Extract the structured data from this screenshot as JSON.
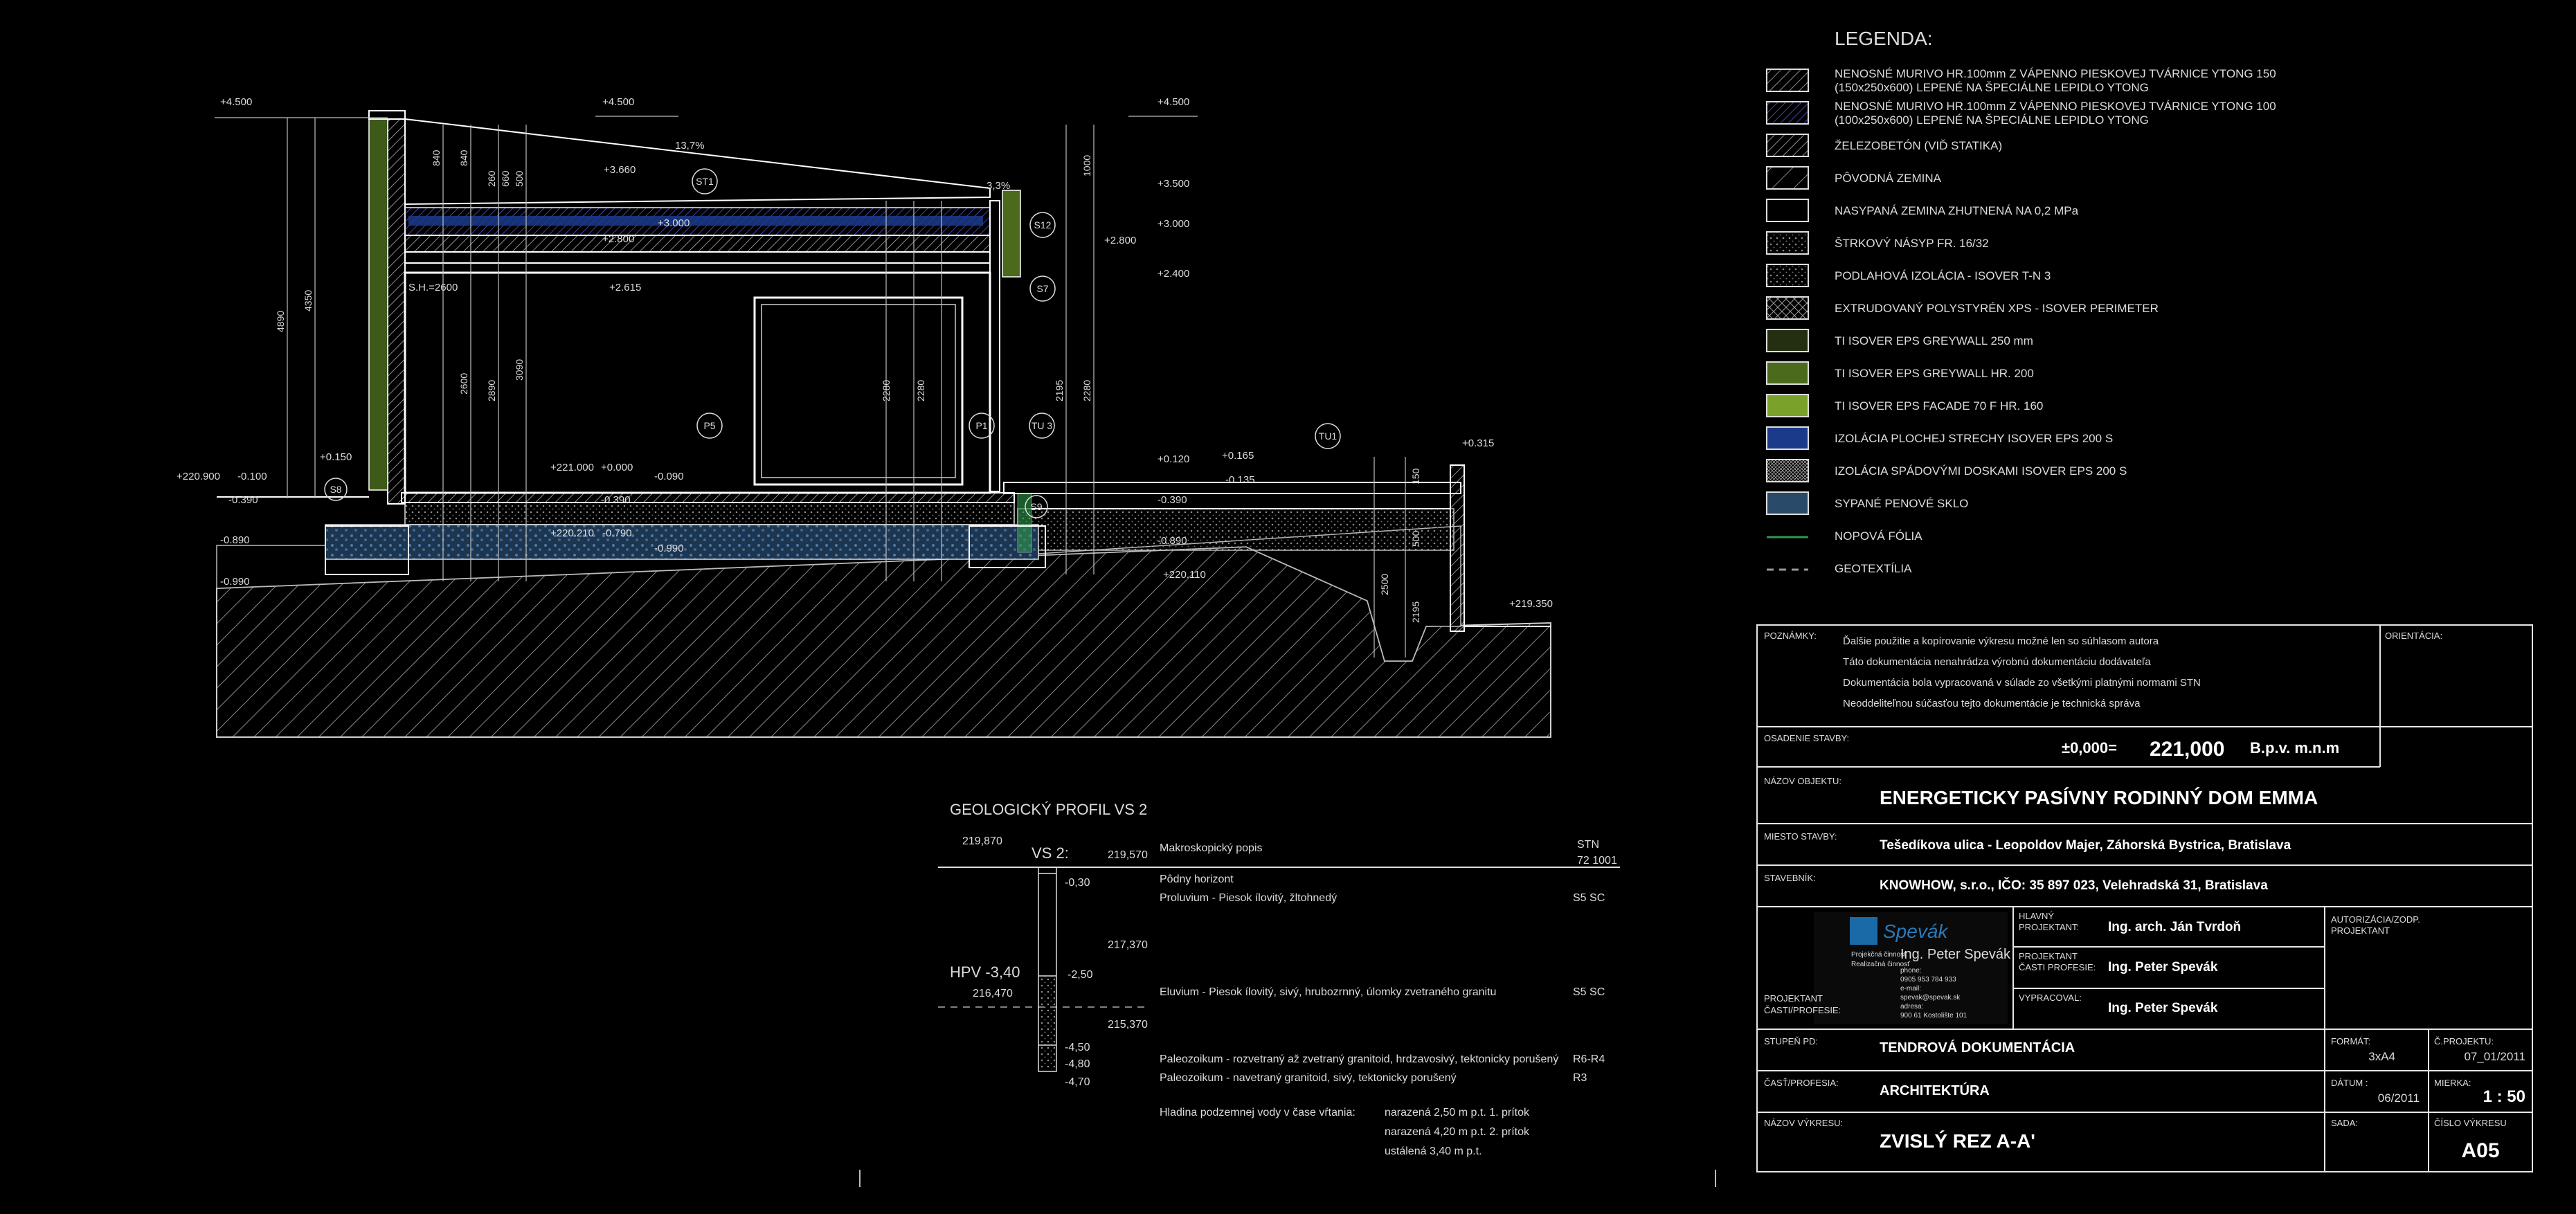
{
  "legend": {
    "title": "LEGENDA:",
    "items": [
      {
        "label": "NENOSNÉ MURIVO HR.100mm Z VÁPENNO PIESKOVEJ TVÁRNICE YTONG 150",
        "label2": "(150x250x600) LEPENÉ NA ŠPECIÁLNE LEPIDLO YTONG",
        "kind": "hatch",
        "color": "#999999"
      },
      {
        "label": "NENOSNÉ MURIVO HR.100mm Z VÁPENNO PIESKOVEJ TVÁRNICE YTONG  100",
        "label2": "(100x250x600) LEPENÉ NA ŠPECIÁLNE LEPIDLO YTONG",
        "kind": "hatch",
        "color": "#5a5ad8"
      },
      {
        "label": "ŽELEZOBETÓN (VIĎ STATIKA)",
        "kind": "hatch",
        "color": "#bbbbbb"
      },
      {
        "label": "PÔVODNÁ ZEMINA",
        "kind": "hatch2",
        "color": "#bbbbbb"
      },
      {
        "label": "NASYPANÁ ZEMINA ZHUTNENÁ NA 0,2 MPa",
        "kind": "empty",
        "color": "#000000"
      },
      {
        "label": "ŠTRKOVÝ NÁSYP FR. 16/32",
        "kind": "dots",
        "color": "#777777"
      },
      {
        "label": "PODLAHOVÁ IZOLÁCIA - ISOVER T-N 3",
        "kind": "dots",
        "color": "#888888"
      },
      {
        "label": "EXTRUDOVANÝ POLYSTYRÉN XPS - ISOVER PERIMETER",
        "kind": "cross",
        "color": "#999999"
      },
      {
        "label": "TI ISOVER EPS GREYWALL 250 mm",
        "kind": "fill",
        "color": "#232f10"
      },
      {
        "label": "TI ISOVER EPS GREYWALL HR. 200",
        "kind": "fill",
        "color": "#4c6a1c"
      },
      {
        "label": "TI ISOVER EPS FACADE 70 F HR. 160",
        "kind": "fill",
        "color": "#7aa22a"
      },
      {
        "label": "IZOLÁCIA PLOCHEJ STRECHY ISOVER EPS 200 S",
        "kind": "fill",
        "color": "#1a3a8a"
      },
      {
        "label": "IZOLÁCIA SPÁDOVÝMI DOSKAMI ISOVER EPS 200 S",
        "kind": "dense",
        "color": "#aaaaaa"
      },
      {
        "label": "SYPANÉ PENOVÉ SKLO",
        "kind": "fill",
        "color": "#2a4a6a"
      },
      {
        "label": "NOPOVÁ FÓLIA",
        "kind": "line",
        "color": "#2f9a4a"
      },
      {
        "label": "GEOTEXTÍLIA",
        "kind": "dash",
        "color": "#999999"
      }
    ]
  },
  "section": {
    "levels_left": [
      "+4.500",
      "+0.150",
      "+220.900",
      "-0.100",
      "-0.390",
      "-0.890",
      "-0.990"
    ],
    "levels_mid": [
      "+4.500",
      "+3.660",
      "+3.000",
      "+2.800",
      "+2.615",
      "+221.000",
      "+0.000",
      "-0.090",
      "-0.390",
      "+220.210",
      "-0.790",
      "-0.990"
    ],
    "levels_right": [
      "+4.500",
      "+3.500",
      "+3.000",
      "+2.800",
      "+2.400",
      "+0.120",
      "+0.165",
      "-0.135",
      "-0.390",
      "-0.890",
      "+220.110",
      "+0.315",
      "+219.350"
    ],
    "slopes": [
      "13,7%",
      "3,3%"
    ],
    "tags": [
      "ST1",
      "S12",
      "S7",
      "P5",
      "P1",
      "TU 3",
      "TU1",
      "S8",
      "S9"
    ],
    "sh_label": "S.H.=2600",
    "dims_v": [
      "4890",
      "4350",
      "840",
      "840",
      "260",
      "660",
      "500",
      "2600",
      "2890",
      "3090",
      "2280",
      "2280",
      "2195",
      "2280",
      "1000",
      "2500",
      "2195",
      "500",
      "150"
    ]
  },
  "geo": {
    "title": "GEOLOGICKÝ PROFIL VS 2",
    "vs_label": "VS 2:",
    "top_level": "219,870",
    "top_level2": "219,570",
    "hpv": "HPV  -3,40",
    "hpv_level": "216,470",
    "level_a": "217,370",
    "level_b": "215,370",
    "depths": [
      "-0,30",
      "-2,50",
      "-4,50",
      "-4,80",
      "-4,70"
    ],
    "header_desc": "Makroskopický popis",
    "header_stn": "STN",
    "header_stn2": "72 1001",
    "rows": [
      {
        "desc": "Pôdny horizont",
        "stn": ""
      },
      {
        "desc": "Proluvium - Piesok ílovitý, žltohnedý",
        "stn": "S5 SC"
      },
      {
        "desc": "Eluvium - Piesok ílovitý, sivý, hrubozrnný, úlomky zvetraného granitu",
        "stn": "S5 SC"
      },
      {
        "desc": "Paleozoikum - rozvetraný až zvetraný granitoid, hrdzavosivý, tektonicky porušený",
        "stn": "R6-R4"
      },
      {
        "desc": "Paleozoikum - navetraný granitoid, sivý, tektonicky porušený",
        "stn": "R3"
      }
    ],
    "water_label": "Hladina podzemnej vody v čase vŕtania:",
    "water": [
      "narazená 2,50 m p.t. 1. prítok",
      "narazená 4,20 m p.t. 2. prítok",
      "ustálená  3,40 m p.t."
    ]
  },
  "titleblock": {
    "notes_label": "POZNÁMKY:",
    "notes": [
      "Ďalšie použitie a kopírovanie výkresu možné len so súhlasom autora",
      "Táto dokumentácia nenahrádza výrobnú dokumentáciu dodávateľa",
      "Dokumentácia bola vypracovaná v súlade zo všetkými platnými normami STN",
      "Neoddeliteľnou súčasťou tejto dokumentácie je technická správa"
    ],
    "orientation_label": "ORIENTÁCIA:",
    "osadenie_label": "OSADENIE STAVBY:",
    "osadenie_prefix": "±0,000=",
    "osadenie_value": "221,000",
    "osadenie_suffix": "B.p.v.  m.n.m",
    "objekt_label": "NÁZOV OBJEKTU:",
    "objekt": "ENERGETICKY PASÍVNY RODINNÝ DOM EMMA",
    "miesto_label": "MIESTO STAVBY:",
    "miesto": "Tešedíkova ulica - Leopoldov Majer, Záhorská Bystrica, Bratislava",
    "stavebnik_label": "STAVEBNÍK:",
    "stavebnik": "KNOWHOW, s.r.o., IČO: 35 897 023, Velehradská 31, Bratislava",
    "projektant_label": "PROJEKTANT",
    "projektant_label2": "ČASTI/PROFESIE:",
    "logo_name": "Ing. Peter Spevák",
    "logo_brand": "Spevák",
    "logo_sub1": "Projekčná činnosť",
    "logo_sub2": "Realizačná činnosť",
    "logo_info": [
      "phone:",
      "0905 953 784 933",
      "e-mail:",
      "spevak@spevak.sk",
      "adresa:",
      "900 61 Kostolište 101"
    ],
    "hlavny_label": "HLAVNÝ",
    "hlavny_label2": "PROJEKTANT:",
    "hlavny": "Ing. arch. Ján Tvrdoň",
    "cast_proj_label": "PROJEKTANT",
    "cast_proj_label2": "ČASTI PROFESIE:",
    "cast_proj": "Ing. Peter Spevák",
    "vypracoval_label": "VYPRACOVAL:",
    "vypracoval": "Ing. Peter Spevák",
    "autorizacia_label": "AUTORIZÁCIA/ZODP.",
    "autorizacia_label2": "PROJEKTANT",
    "stupen_label": "STUPEŇ PD:",
    "stupen": "TENDROVÁ DOKUMENTÁCIA",
    "format_label": "FORMÁT:",
    "format": "3xA4",
    "cproj_label": "Č.PROJEKTU:",
    "cproj": "07_01/2011",
    "cast_label": "ČASŤ/PROFESIA:",
    "cast": "ARCHITEKTÚRA",
    "datum_label": "DÁTUM :",
    "datum": "06/2011",
    "mierka_label": "MIERKA:",
    "mierka": "1 : 50",
    "nazov_label": "NÁZOV VÝKRESU:",
    "nazov": "ZVISLÝ REZ A-A'",
    "sada_label": "SADA:",
    "cislo_label": "ČÍSLO VÝKRESU",
    "cislo": "A05"
  }
}
